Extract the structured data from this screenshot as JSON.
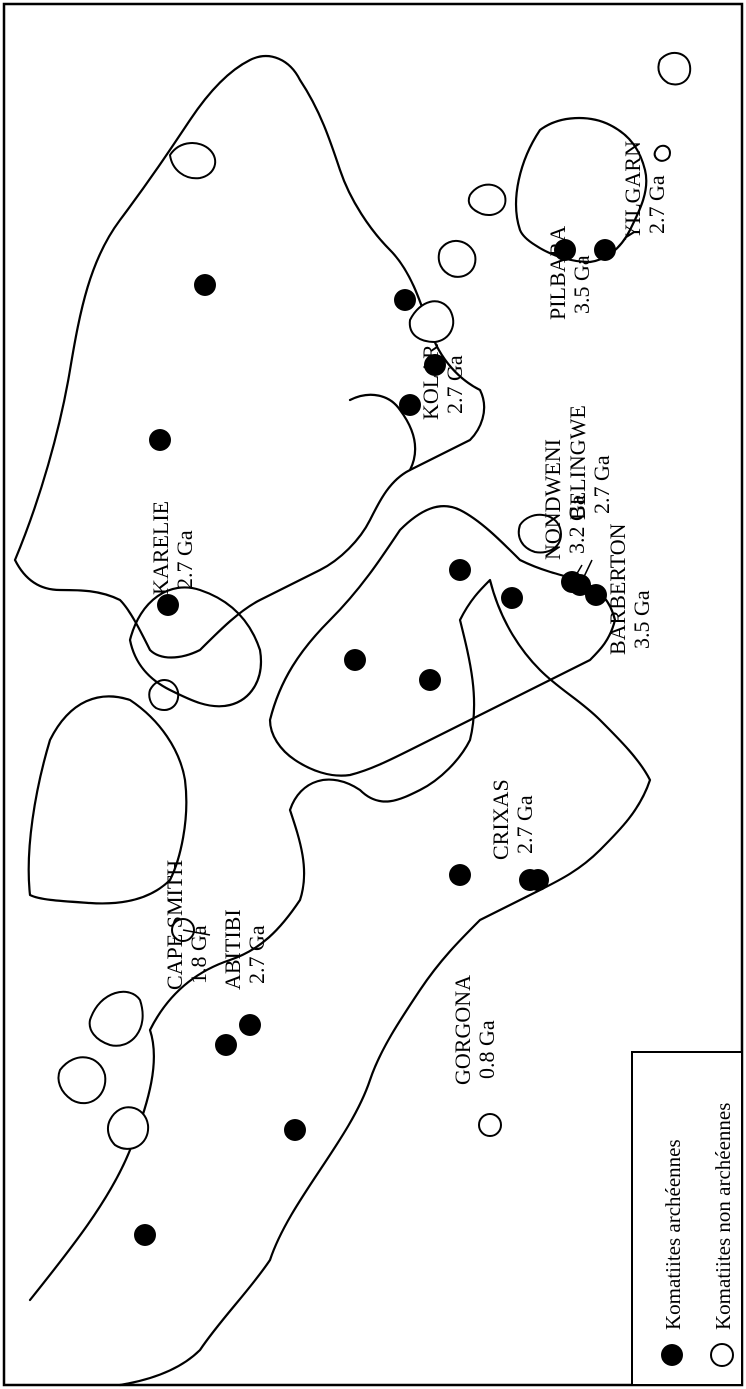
{
  "legend": {
    "archean": {
      "label": "Komatiites archéennes",
      "symbol": "filled-circle"
    },
    "non_archean": {
      "label": "Komatiites non archéennes",
      "symbol": "open-circle"
    }
  },
  "sites": [
    {
      "name": "CAPE SMITH",
      "age": "1.8 Ga",
      "type": "non-archean"
    },
    {
      "name": "ABITIBI",
      "age": "2.7 Ga",
      "type": "archean"
    },
    {
      "name": "GORGONA",
      "age": "0.8 Ga",
      "type": "non-archean"
    },
    {
      "name": "CRIXAS",
      "age": "2.7 Ga",
      "type": "archean"
    },
    {
      "name": "KARELIE",
      "age": "2.7 Ga",
      "type": "archean"
    },
    {
      "name": "BARBERTON",
      "age": "3.5 Ga",
      "type": "archean"
    },
    {
      "name": "BELINGWE",
      "age": "2.7 Ga",
      "type": "archean"
    },
    {
      "name": "NONDWENI",
      "age": "3.2 Ga",
      "type": "archean"
    },
    {
      "name": "KOLAR",
      "age": "2.7 Ga",
      "type": "archean"
    },
    {
      "name": "PILBARA",
      "age": "3.5 Ga",
      "type": "archean"
    },
    {
      "name": "YILGARN",
      "age": "2.7 Ga",
      "type": "archean"
    }
  ],
  "colors": {
    "ink": "#000000",
    "paper": "#ffffff"
  }
}
